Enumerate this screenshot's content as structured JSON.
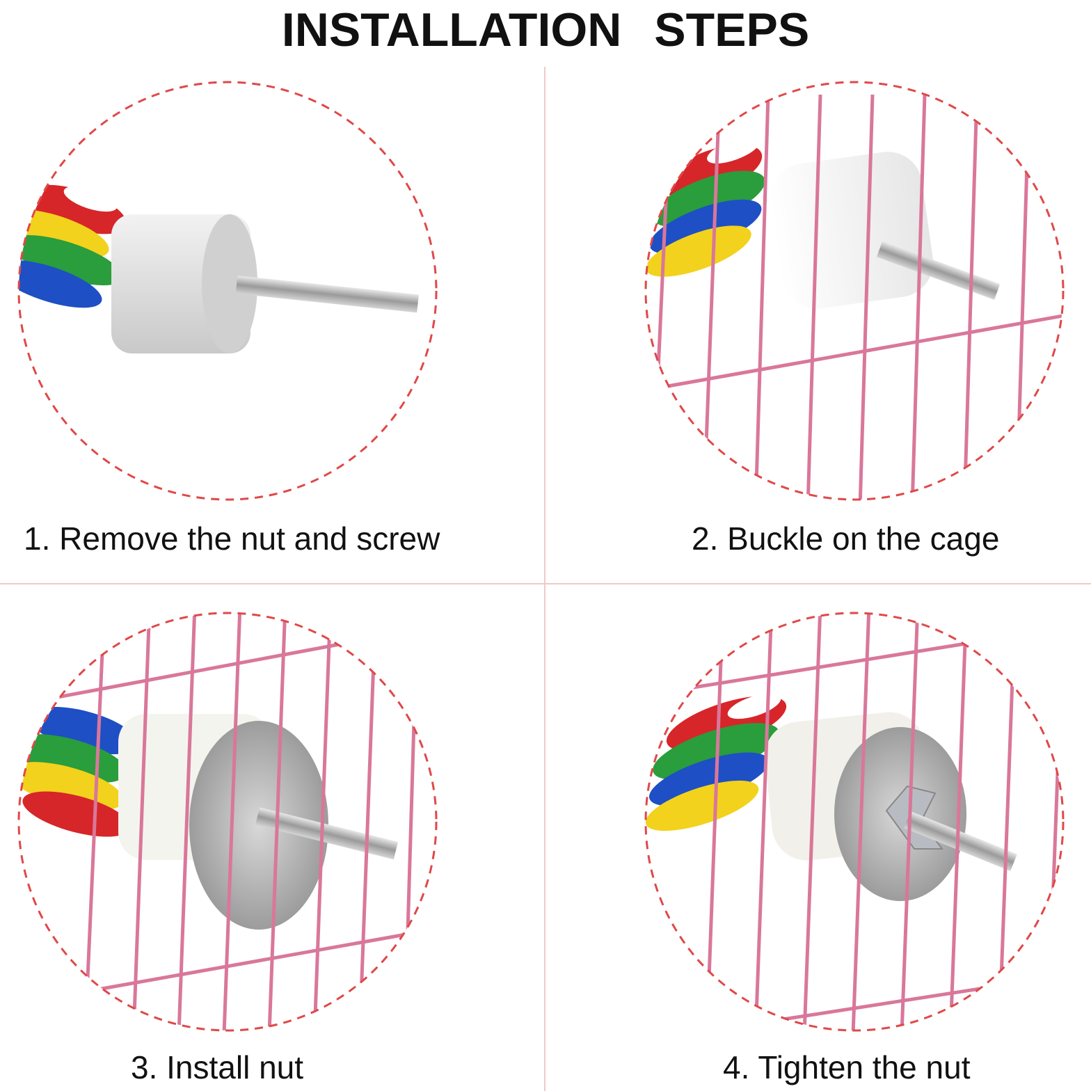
{
  "title": "INSTALLATION   STEPS",
  "steps": [
    {
      "label": "1. Remove the nut and screw",
      "illustration": "rope-perch-with-screw"
    },
    {
      "label": "2. Buckle on the cage",
      "illustration": "perch-through-cage-bars"
    },
    {
      "label": "3. Install nut",
      "illustration": "washer-on-screw"
    },
    {
      "label": "4. Tighten the nut",
      "illustration": "wing-nut-tightened"
    }
  ],
  "colors": {
    "dashed_circle": "#e04848",
    "cage_wire": "#d9779a",
    "divider": "#f0c8c8",
    "rope": [
      "#d6262a",
      "#f2d21c",
      "#2a9d3c",
      "#1f4fc4",
      "#ffffff"
    ]
  }
}
